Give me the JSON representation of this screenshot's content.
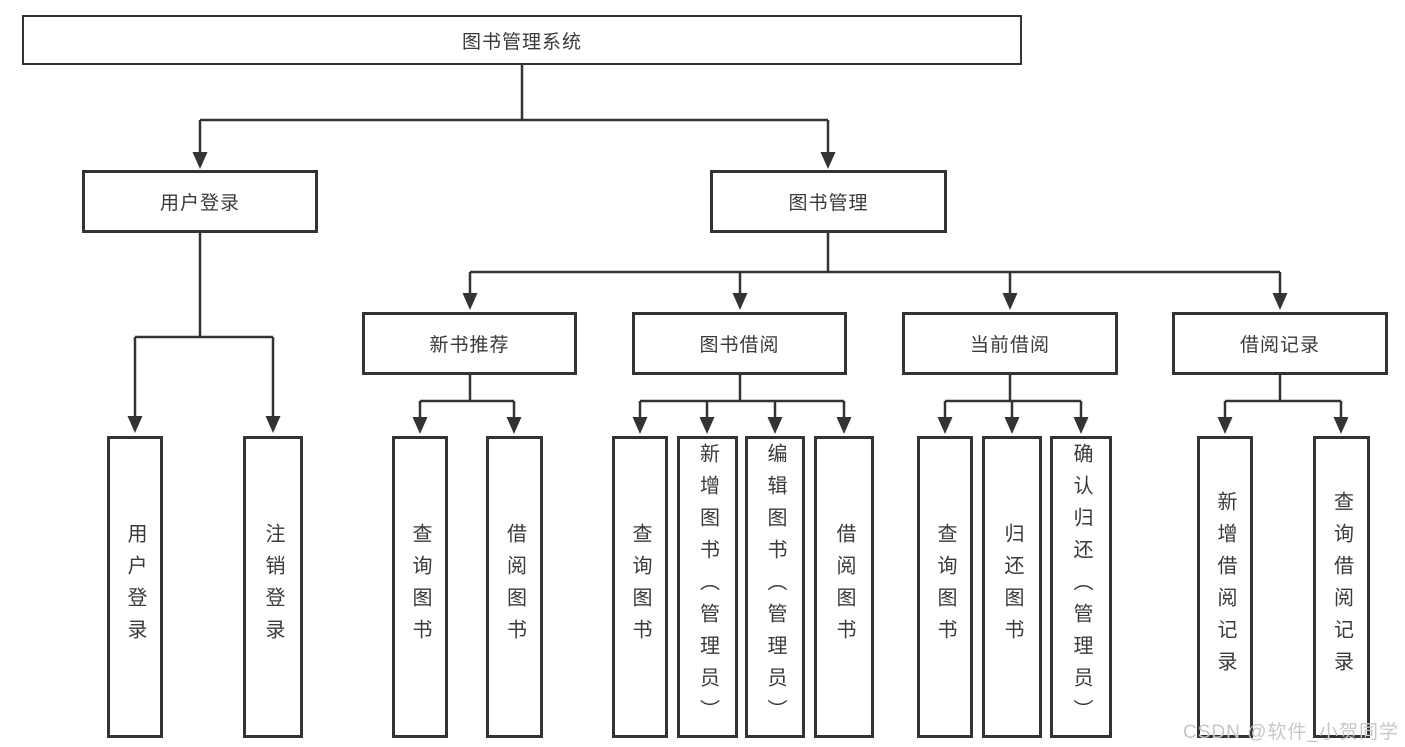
{
  "tree": {
    "root": {
      "label": "图书管理系统",
      "children": [
        {
          "label": "用户登录",
          "children": [
            {
              "label": "用户登录"
            },
            {
              "label": "注销登录"
            }
          ]
        },
        {
          "label": "图书管理",
          "children": [
            {
              "label": "新书推荐",
              "children": [
                {
                  "label": "查询图书"
                },
                {
                  "label": "借阅图书"
                }
              ]
            },
            {
              "label": "图书借阅",
              "children": [
                {
                  "label": "查询图书"
                },
                {
                  "label": "新增图书（管理员）"
                },
                {
                  "label": "编辑图书（管理员）"
                },
                {
                  "label": "借阅图书"
                }
              ]
            },
            {
              "label": "当前借阅",
              "children": [
                {
                  "label": "查询图书"
                },
                {
                  "label": "归还图书"
                },
                {
                  "label": "确认归还（管理员）"
                }
              ]
            },
            {
              "label": "借阅记录",
              "children": [
                {
                  "label": "新增借阅记录"
                },
                {
                  "label": "查询借阅记录"
                }
              ]
            }
          ]
        }
      ]
    }
  },
  "watermark": {
    "text": "CSDN @软件_小贺同学"
  },
  "colors": {
    "line": "#333333",
    "text": "#3a3a3a",
    "watermark": "#c7c7c7",
    "background": "#ffffff"
  }
}
